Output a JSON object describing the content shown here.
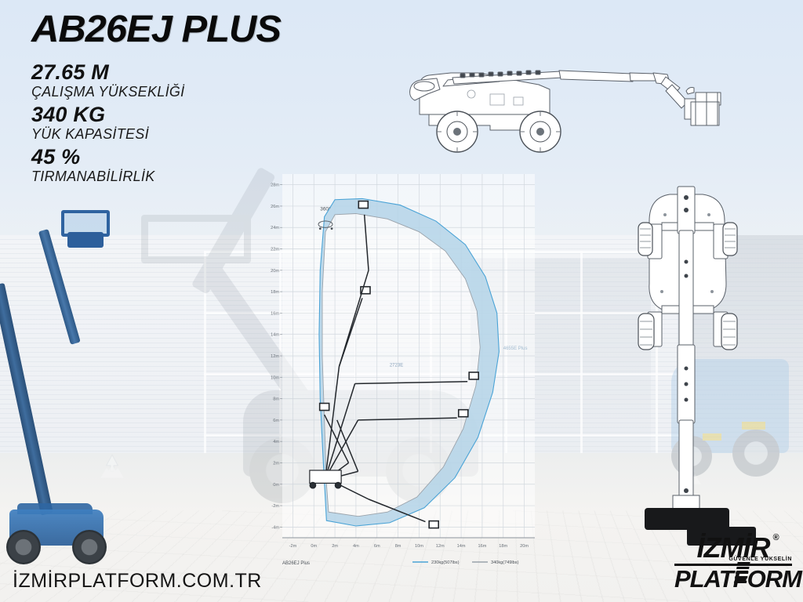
{
  "poster": {
    "model_title": "AB26EJ PLUS",
    "website": "İZMİRPLATFORM.COM.TR",
    "background_color": "#dde9f6",
    "accent_color": "#4a9fd4"
  },
  "specs": [
    {
      "value": "27.65 M",
      "label": "ÇALIŞMA YÜKSEKLİĞİ"
    },
    {
      "value": "340 KG",
      "label": "YÜK KAPASİTESİ"
    },
    {
      "value": "45 %",
      "label": "TIRMANABİLİRLİK"
    }
  ],
  "logo": {
    "brand_top": "İZMİR",
    "registered": "®",
    "tagline": "GÜVENLE YÜKSELİN",
    "brand_bottom": "PLATFORM"
  },
  "chart_annotations": {
    "rotation": "360°",
    "model_mark": "2723E",
    "ghost_mark": "4655E Plus"
  },
  "chart_data": {
    "type": "line",
    "title": "AB26EJ Plus",
    "xlabel": "",
    "ylabel": "",
    "grid": true,
    "legend_position": "bottom-right",
    "xlim": [
      -3,
      21
    ],
    "ylim": [
      -5,
      29
    ],
    "x_ticks": [
      "-2m",
      "0m",
      "2m",
      "4m",
      "6m",
      "8m",
      "10m",
      "12m",
      "14m",
      "16m",
      "18m",
      "20m"
    ],
    "x_tick_values": [
      -2,
      0,
      2,
      4,
      6,
      8,
      10,
      12,
      14,
      16,
      18,
      20
    ],
    "y_ticks": [
      "28m",
      "26m",
      "24m",
      "22m",
      "20m",
      "18m",
      "16m",
      "14m",
      "12m",
      "10m",
      "8m",
      "6m",
      "4m",
      "2m",
      "0m",
      "-2m",
      "-4m"
    ],
    "y_tick_values": [
      28,
      26,
      24,
      22,
      20,
      18,
      16,
      14,
      12,
      10,
      8,
      6,
      4,
      2,
      0,
      -2,
      -4
    ],
    "series": [
      {
        "name": "230kg(507lbs)",
        "color": "#4aa3d6",
        "points": [
          [
            1.2,
            -3.4
          ],
          [
            4.0,
            -3.9
          ],
          [
            7.2,
            -3.6
          ],
          [
            10.5,
            -2.2
          ],
          [
            13.4,
            0.6
          ],
          [
            15.6,
            4.4
          ],
          [
            17.0,
            8.6
          ],
          [
            17.6,
            12.4
          ],
          [
            17.4,
            16.0
          ],
          [
            16.3,
            19.4
          ],
          [
            14.4,
            22.4
          ],
          [
            11.6,
            24.6
          ],
          [
            8.2,
            26.1
          ],
          [
            4.6,
            26.7
          ],
          [
            2.0,
            26.6
          ],
          [
            1.0,
            25.0
          ],
          [
            0.6,
            20.0
          ],
          [
            0.5,
            14.0
          ],
          [
            0.6,
            8.0
          ],
          [
            0.9,
            2.0
          ],
          [
            1.2,
            -3.4
          ]
        ]
      },
      {
        "name": "340kg(749lbs)",
        "color": "#9aa2aa",
        "points": [
          [
            1.4,
            -2.6
          ],
          [
            4.2,
            -3.0
          ],
          [
            7.0,
            -2.6
          ],
          [
            9.8,
            -1.2
          ],
          [
            12.3,
            1.6
          ],
          [
            14.2,
            5.2
          ],
          [
            15.4,
            9.2
          ],
          [
            15.8,
            12.8
          ],
          [
            15.5,
            16.2
          ],
          [
            14.4,
            19.2
          ],
          [
            12.5,
            21.8
          ],
          [
            10.0,
            23.6
          ],
          [
            7.0,
            24.8
          ],
          [
            4.0,
            25.3
          ],
          [
            2.0,
            25.2
          ],
          [
            1.1,
            23.6
          ],
          [
            0.8,
            18.0
          ],
          [
            0.8,
            12.0
          ],
          [
            1.0,
            6.0
          ],
          [
            1.2,
            0.0
          ],
          [
            1.4,
            -2.6
          ]
        ]
      }
    ],
    "legend": [
      {
        "label": "230kg(507lbs)",
        "color": "#4aa3d6"
      },
      {
        "label": "340kg(749lbs)",
        "color": "#9aa2aa"
      }
    ]
  }
}
